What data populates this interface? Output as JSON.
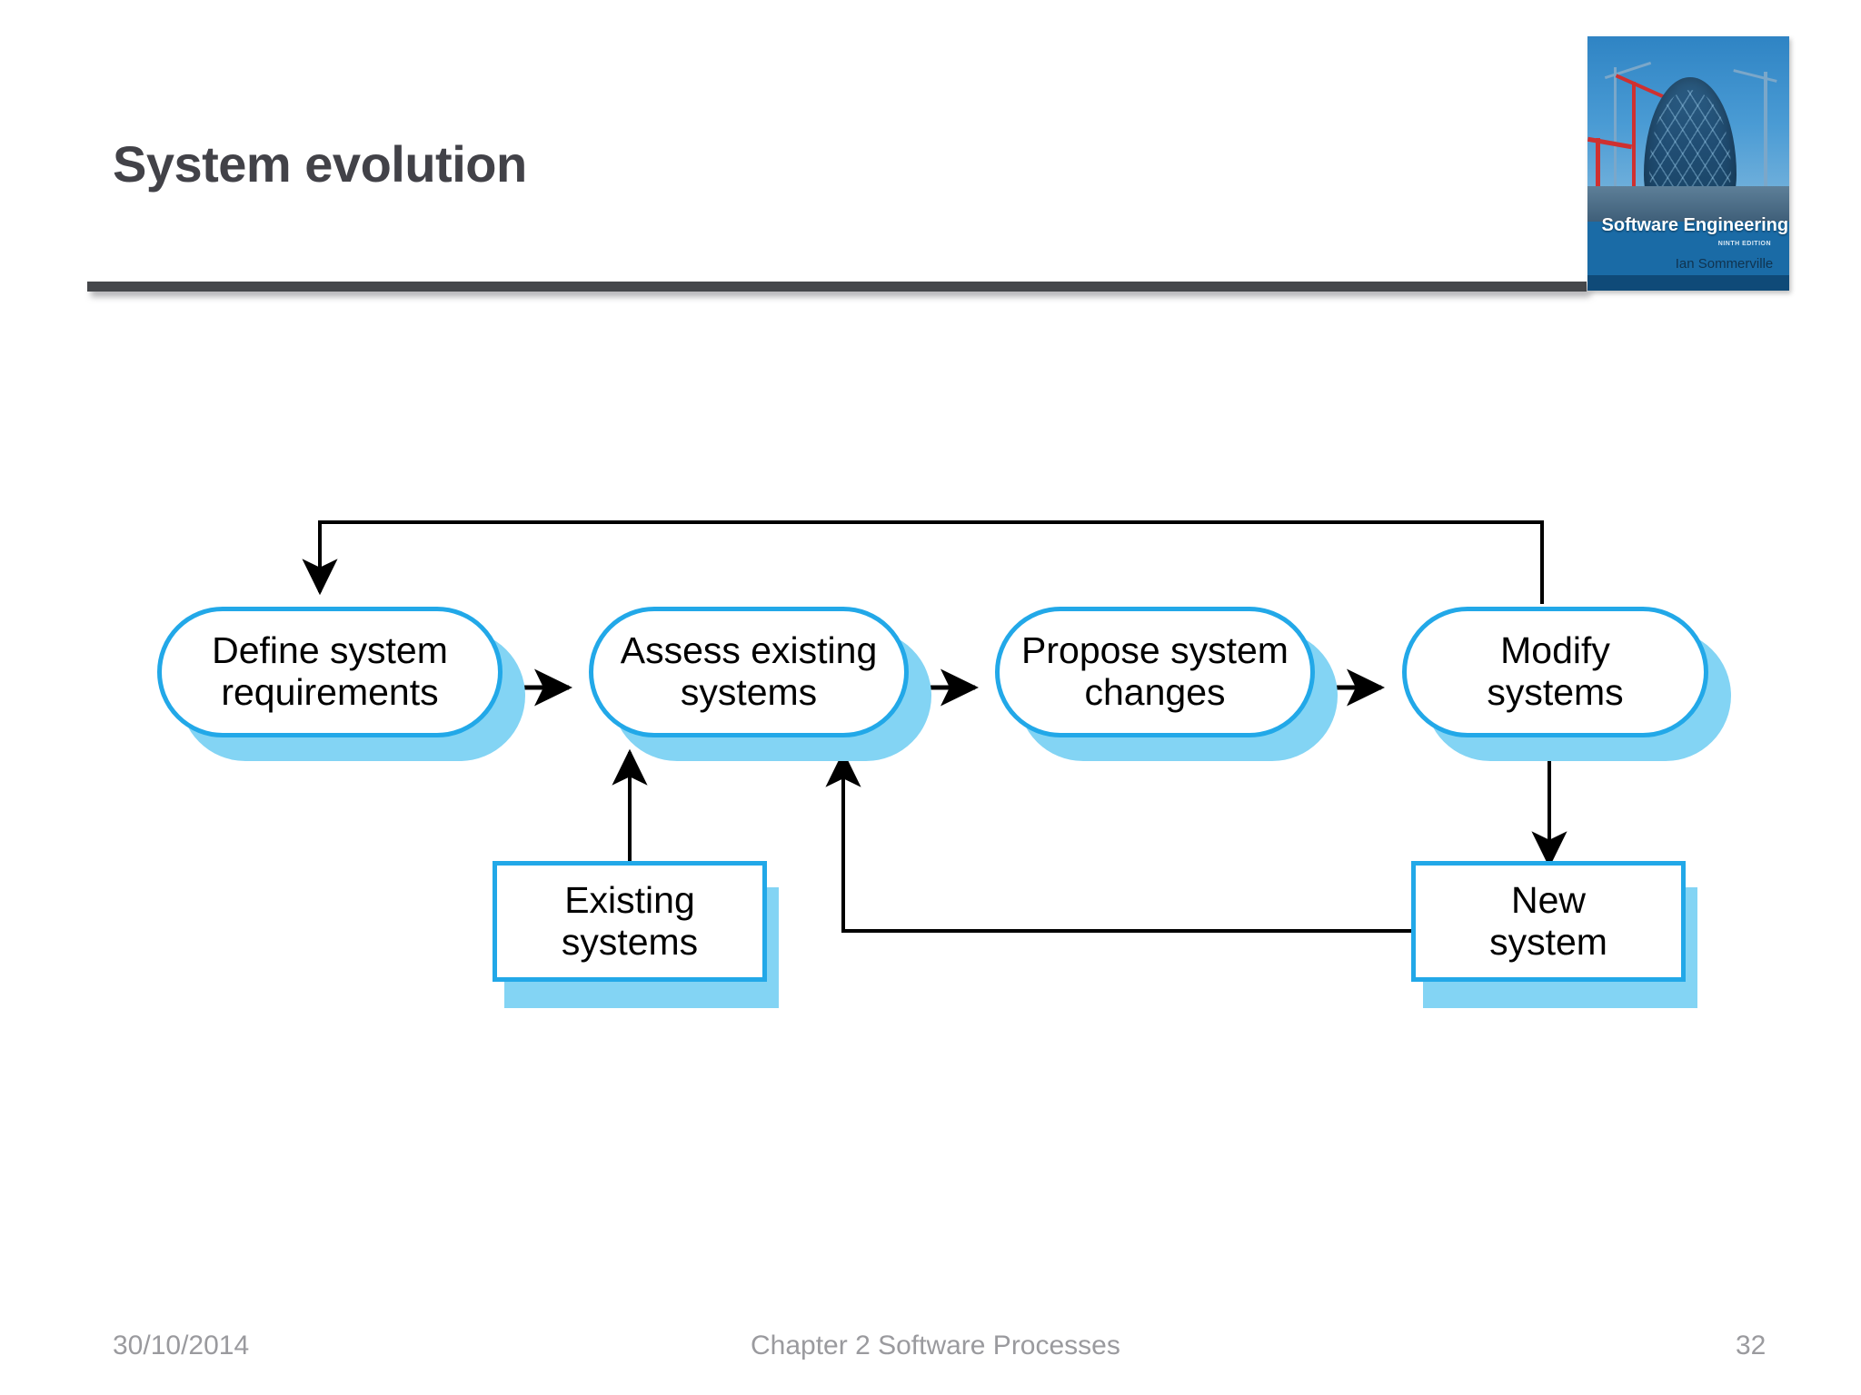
{
  "slide": {
    "title": "System evolution"
  },
  "book_cover": {
    "title": "Software Engineering",
    "edition": "NINTH EDITION",
    "author": "Ian Sommerville"
  },
  "diagram": {
    "type": "flowchart",
    "process_nodes": [
      {
        "id": "define",
        "label": "Define system\nrequirements",
        "line1": "Define system",
        "line2": "requirements",
        "shape": "pill"
      },
      {
        "id": "assess",
        "label": "Assess existing\nsystems",
        "line1": "Assess existing",
        "line2": "systems",
        "shape": "pill"
      },
      {
        "id": "propose",
        "label": "Propose system\nchanges",
        "line1": "Propose system",
        "line2": "changes",
        "shape": "pill"
      },
      {
        "id": "modify",
        "label": "Modify\nsystems",
        "line1": "Modify",
        "line2": "systems",
        "shape": "pill"
      }
    ],
    "data_nodes": [
      {
        "id": "existing",
        "label": "Existing\nsystems",
        "line1": "Existing",
        "line2": "systems",
        "shape": "rect"
      },
      {
        "id": "new",
        "label": "New\nsystem",
        "line1": "New",
        "line2": "system",
        "shape": "rect"
      }
    ],
    "edges": [
      {
        "from": "define",
        "to": "assess"
      },
      {
        "from": "assess",
        "to": "propose"
      },
      {
        "from": "propose",
        "to": "modify"
      },
      {
        "from": "modify",
        "to": "new"
      },
      {
        "from": "existing",
        "to": "assess"
      },
      {
        "from": "new",
        "to": "assess"
      },
      {
        "from": "modify",
        "to": "define"
      }
    ],
    "colors": {
      "node_border": "#22a8e8",
      "node_fill": "#ffffff",
      "node_shadow": "#83d4f4",
      "arrow": "#000000"
    }
  },
  "footer": {
    "date": "30/10/2014",
    "center": "Chapter 2 Software Processes",
    "page": "32"
  }
}
